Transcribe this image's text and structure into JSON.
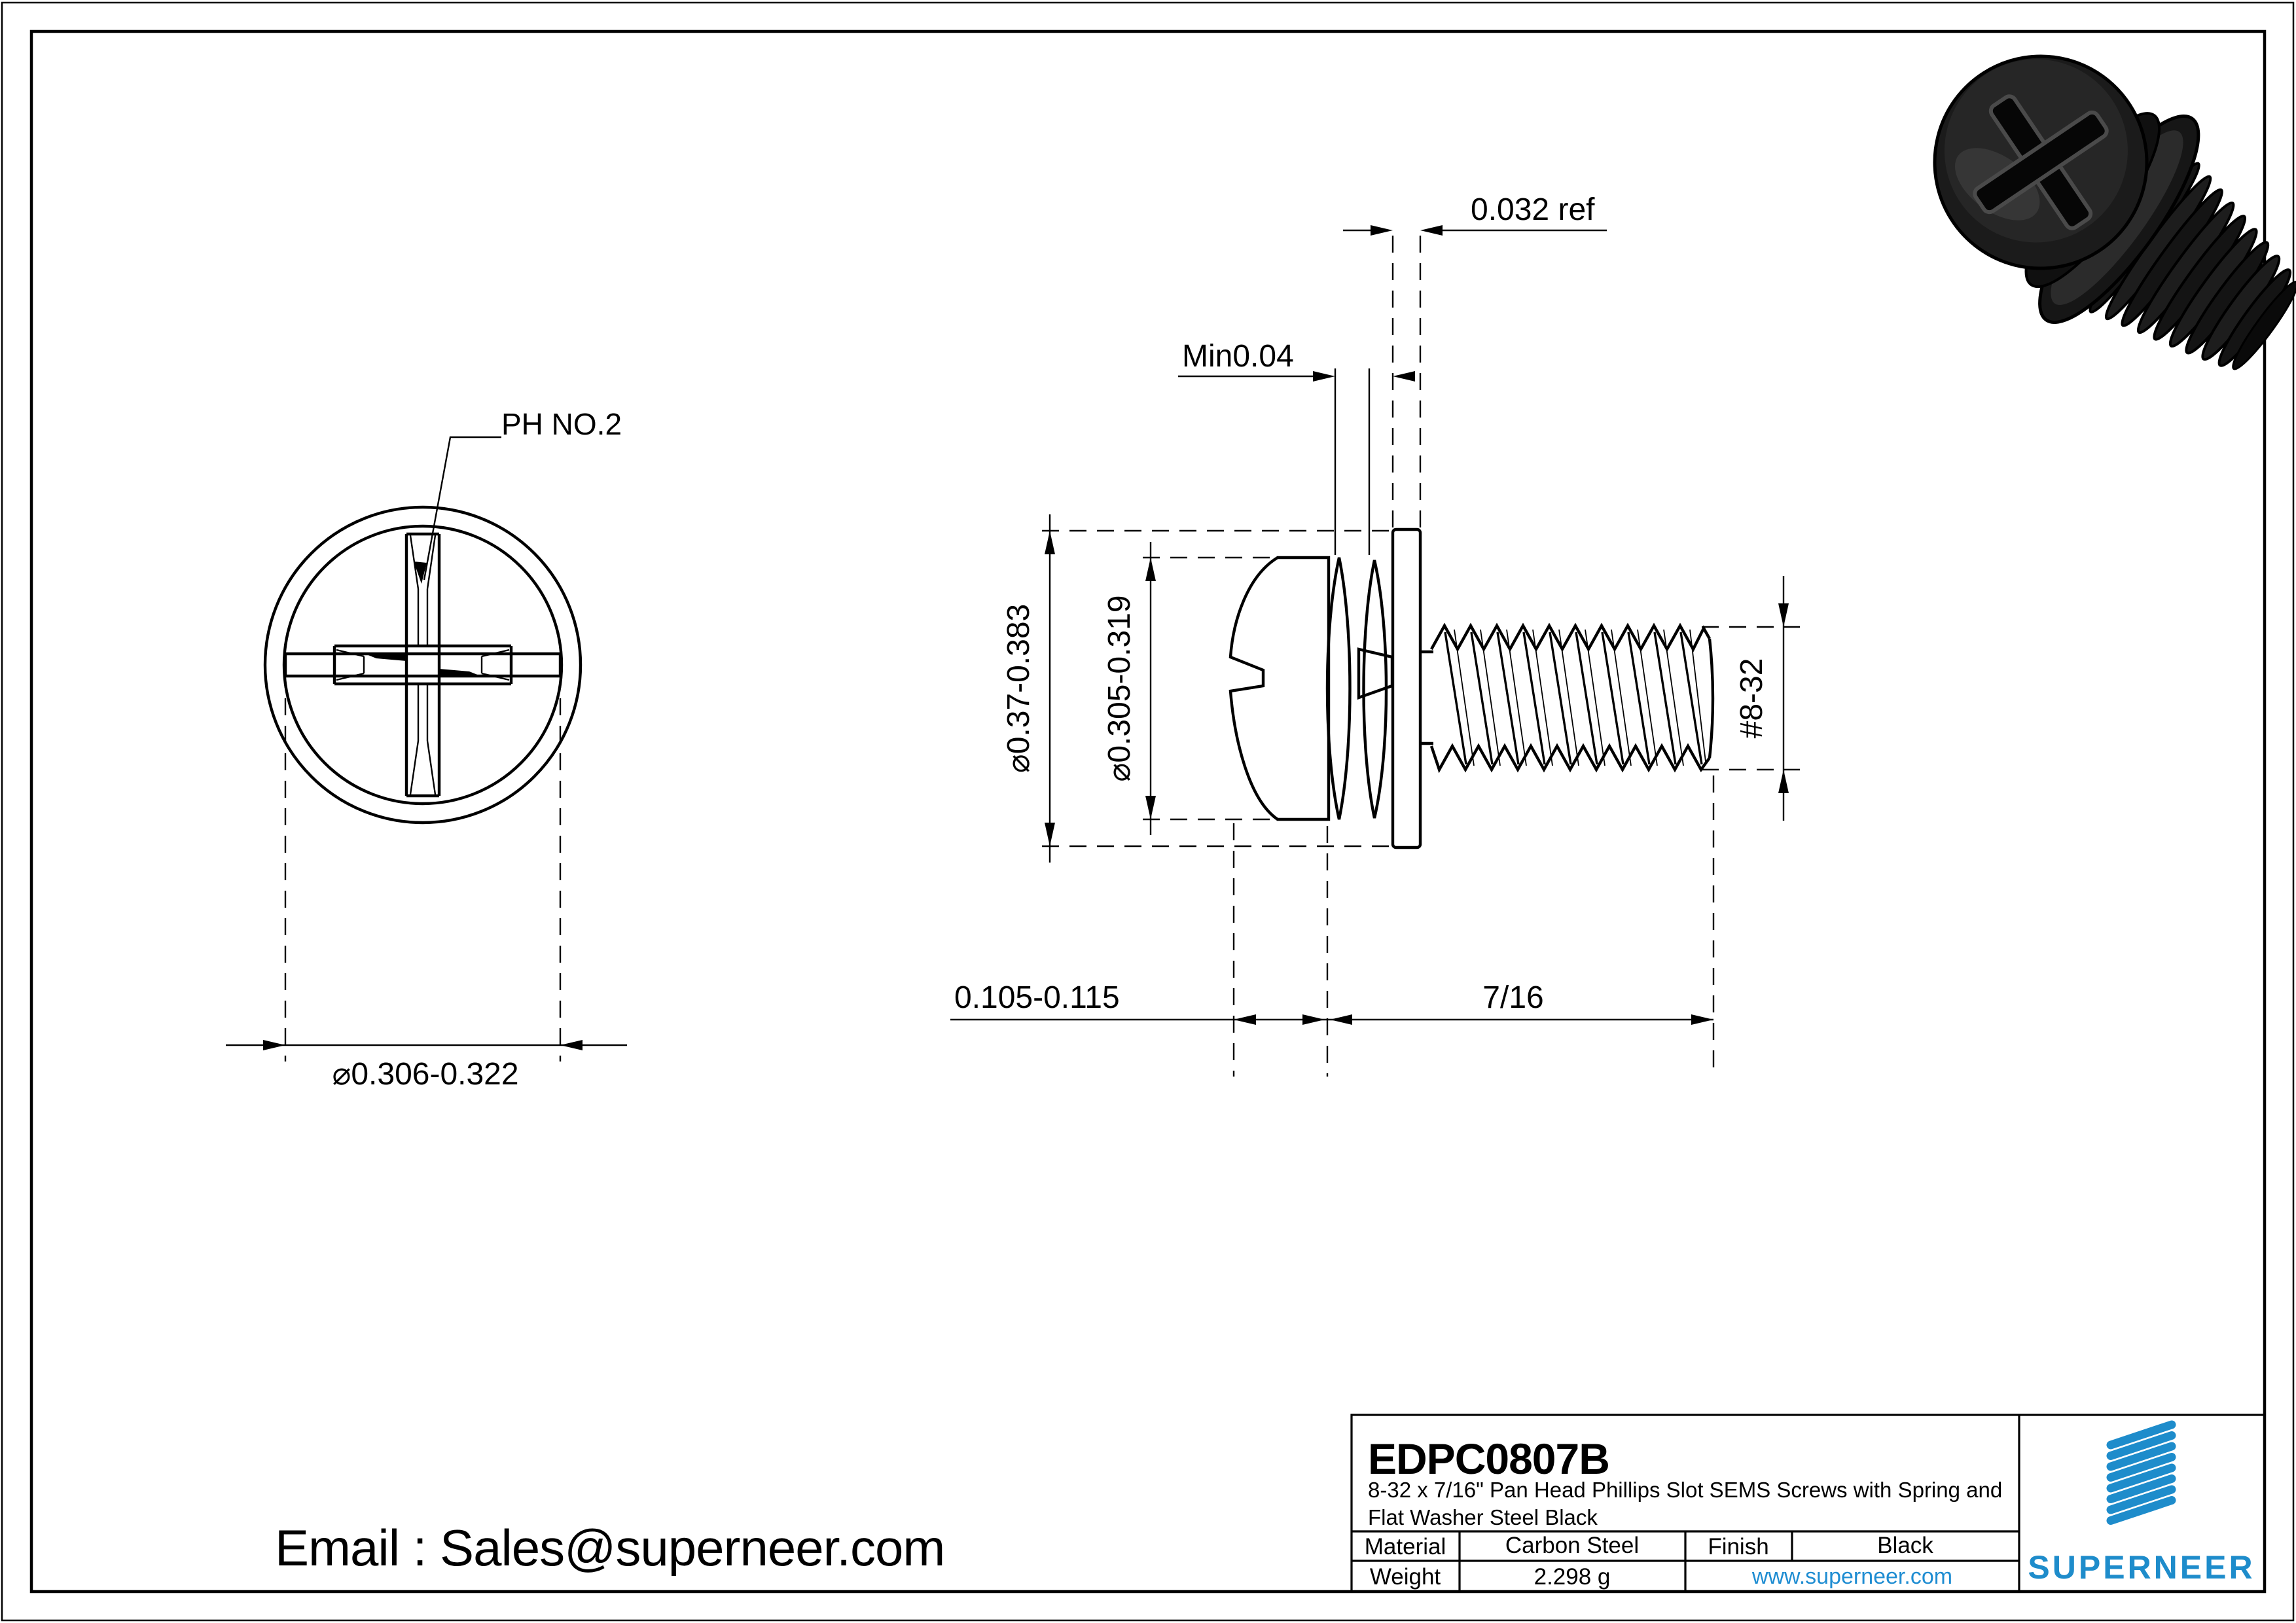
{
  "colors": {
    "accent_blue": "#1e8ccb",
    "link_blue": "#1f8dd2",
    "line": "#000000",
    "paper": "#ffffff"
  },
  "front_view": {
    "recess_label": "PH NO.2",
    "head_diameter": "⌀0.306-0.322"
  },
  "side_view": {
    "washer_od": "⌀0.37-0.383",
    "head_od": "⌀0.305-0.319",
    "washer_thickness": "0.032 ref",
    "spring_min_thickness": "Min0.04",
    "head_height": "0.105-0.115",
    "thread_length": "7/16",
    "thread_spec": "#8-32"
  },
  "contact": {
    "email_line": "Email : Sales@superneer.com"
  },
  "title_block": {
    "part_number": "EDPC0807B",
    "description_line1": "8-32 x 7/16\" Pan Head Phillips Slot SEMS Screws with Spring and",
    "description_line2": "Flat Washer Steel Black",
    "material_label": "Material",
    "material_value": "Carbon Steel",
    "finish_label": "Finish",
    "finish_value": "Black",
    "weight_label": "Weight",
    "weight_value": "2.298 g",
    "website": "www.superneer.com",
    "brand": "SUPERNEER"
  }
}
